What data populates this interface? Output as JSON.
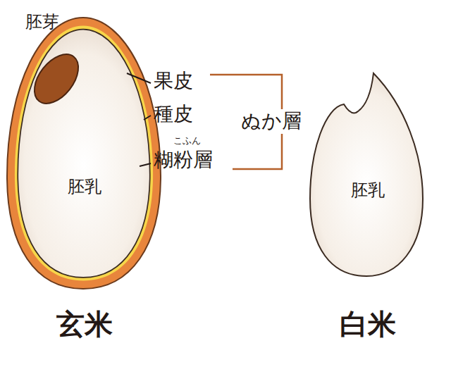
{
  "diagram": {
    "nodes": [
      {
        "text": [
          "胚乳",
          "玄米"
        ]
      },
      {
        "text": [
          "胚乳",
          "白米"
        ]
      }
    ],
    "labels": [
      "胚芽",
      "果皮",
      "種皮",
      "こふん",
      "糊粉層",
      "ぬか層"
    ]
  }
}
